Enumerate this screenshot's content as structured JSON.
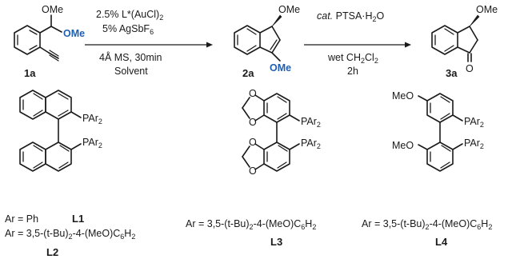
{
  "compounds": {
    "c1a": {
      "id": "1a",
      "ome_top": "OMe",
      "ome_bottom": "OMe"
    },
    "c2a": {
      "id": "2a",
      "ome_top": "OMe",
      "ome_bottom": "OMe"
    },
    "c3a": {
      "id": "3a",
      "ome_top": "OMe",
      "oxygen": "O"
    }
  },
  "arrow1": {
    "line1_pre": "2.5% L*(AuCl)",
    "line1_sub": "2",
    "line2_pre": "5% AgSbF",
    "line2_sub": "6",
    "line3": "4Å MS, 30min",
    "line4": "Solvent"
  },
  "arrow2": {
    "line1_cat": "cat.",
    "line1_rest": " PTSA·H",
    "line1_sub": "2",
    "line1_end": "O",
    "line2_pre": "wet CH",
    "line2_sub1": "2",
    "line2_mid": "Cl",
    "line2_sub2": "2",
    "line3": "2h"
  },
  "ligands": {
    "binap": {
      "par_top": "PAr",
      "par_top_sub": "2",
      "par_bottom": "PAr",
      "par_bottom_sub": "2",
      "ar1_text": "Ar = Ph",
      "ar1_id": "L1",
      "ar2_pre": "Ar = 3,5-(t-Bu)",
      "ar2_sub1": "2",
      "ar2_mid": "-4-(MeO)C",
      "ar2_sub2": "6",
      "ar2_h": "H",
      "ar2_sub3": "2",
      "ar2_id": "L2"
    },
    "segphos": {
      "par_top": "PAr",
      "par_top_sub": "2",
      "par_bottom": "PAr",
      "par_bottom_sub": "2",
      "o_labels": [
        "O",
        "O",
        "O",
        "O"
      ],
      "ar_pre": "Ar = 3,5-(t-Bu)",
      "ar_sub1": "2",
      "ar_mid": "-4-(MeO)C",
      "ar_sub2": "6",
      "ar_h": "H",
      "ar_sub3": "2",
      "id": "L3"
    },
    "meobiphep": {
      "meo_top": "MeO",
      "meo_bottom": "MeO",
      "par_top": "PAr",
      "par_top_sub": "2",
      "par_bottom": "PAr",
      "par_bottom_sub": "2",
      "ar_pre": "Ar = 3,5-(t-Bu)",
      "ar_sub1": "2",
      "ar_mid": "-4-(MeO)C",
      "ar_sub2": "6",
      "ar_h": "H",
      "ar_sub3": "2",
      "id": "L4"
    }
  }
}
